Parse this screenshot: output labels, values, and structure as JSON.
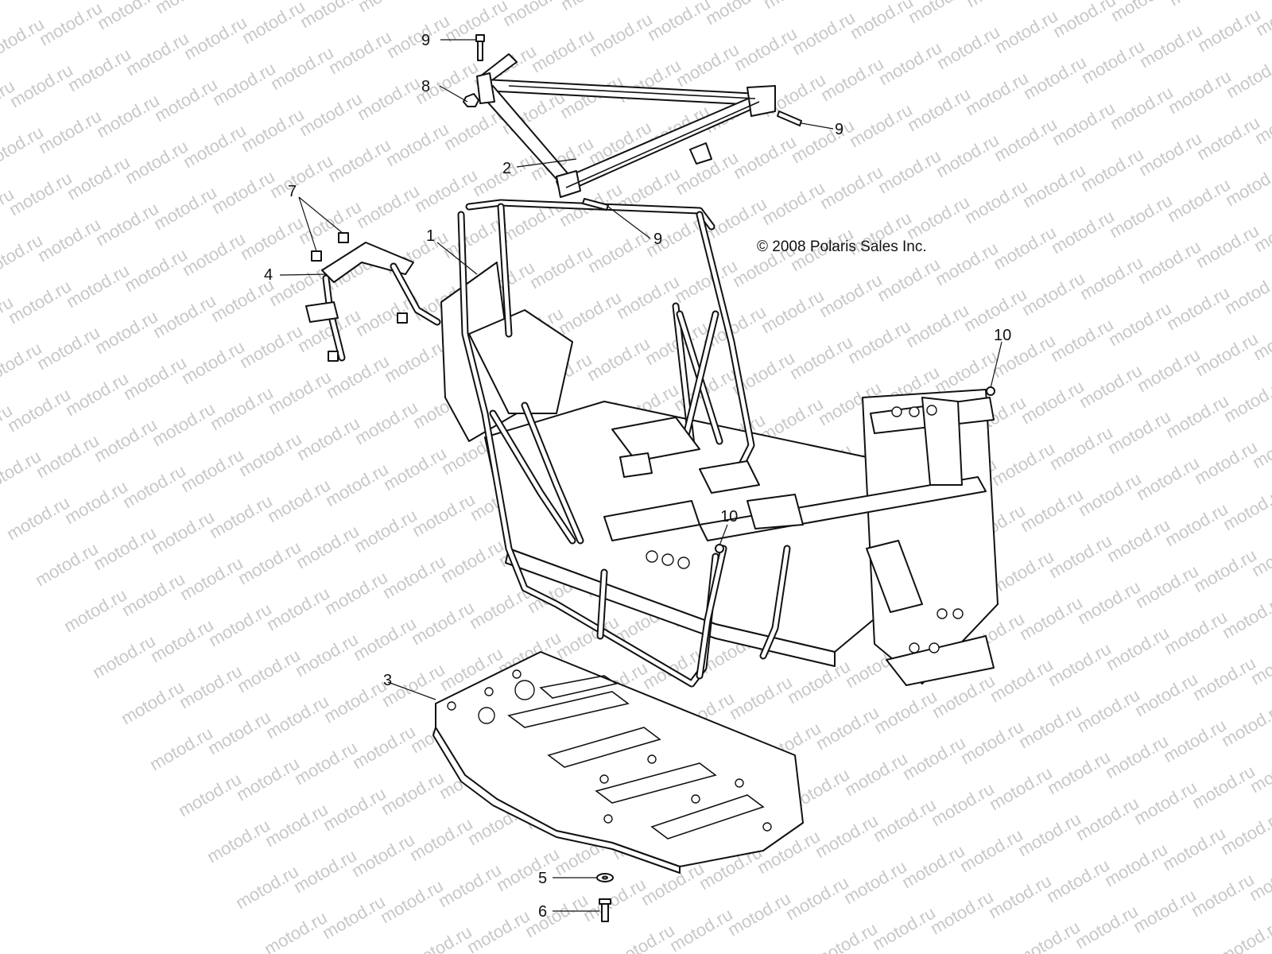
{
  "watermark": "motod.ru",
  "copyright": "© 2008 Polaris Sales Inc.",
  "callouts": [
    {
      "id": "1",
      "label": "1"
    },
    {
      "id": "2",
      "label": "2"
    },
    {
      "id": "3",
      "label": "3"
    },
    {
      "id": "4",
      "label": "4"
    },
    {
      "id": "5",
      "label": "5"
    },
    {
      "id": "6",
      "label": "6"
    },
    {
      "id": "7",
      "label": "7"
    },
    {
      "id": "8",
      "label": "8"
    },
    {
      "id": "9a",
      "label": "9"
    },
    {
      "id": "9b",
      "label": "9"
    },
    {
      "id": "9c",
      "label": "9"
    },
    {
      "id": "10a",
      "label": "10"
    },
    {
      "id": "10b",
      "label": "10"
    }
  ],
  "parts": [
    {
      "name": "main-frame",
      "callout": "1"
    },
    {
      "name": "rear-frame-support",
      "callout": "2"
    },
    {
      "name": "skid-plate",
      "callout": "3"
    },
    {
      "name": "front-bracket",
      "callout": "4"
    },
    {
      "name": "washer",
      "callout": "5"
    },
    {
      "name": "skid-plate-bolt",
      "callout": "6"
    },
    {
      "name": "bracket-screws",
      "callout": "7"
    },
    {
      "name": "nut",
      "callout": "8"
    },
    {
      "name": "bolts",
      "callout": "9"
    },
    {
      "name": "nuts",
      "callout": "10"
    }
  ]
}
